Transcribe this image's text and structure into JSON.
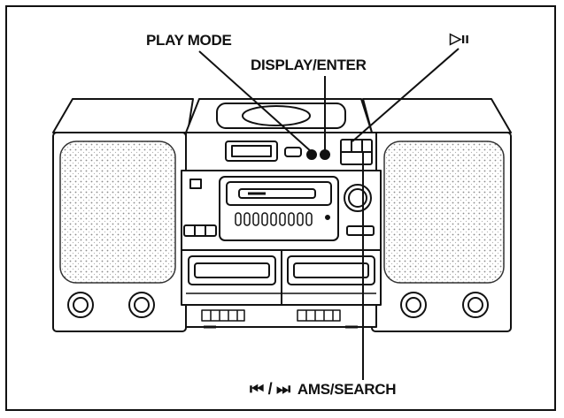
{
  "callouts": {
    "play_mode": "PLAY MODE",
    "display_enter": "DISPLAY/ENTER",
    "play_pause_symbol": "▷ıı",
    "ams_search": "AMS/SEARCH",
    "ams_search_symbols": "⏮ / ⏭"
  },
  "icons": [
    "play-pause-icon",
    "previous-track-icon",
    "next-track-icon"
  ],
  "colors": {
    "ink": "#111111",
    "paper": "#ffffff",
    "speaker_mesh": "#9a9a9a"
  }
}
